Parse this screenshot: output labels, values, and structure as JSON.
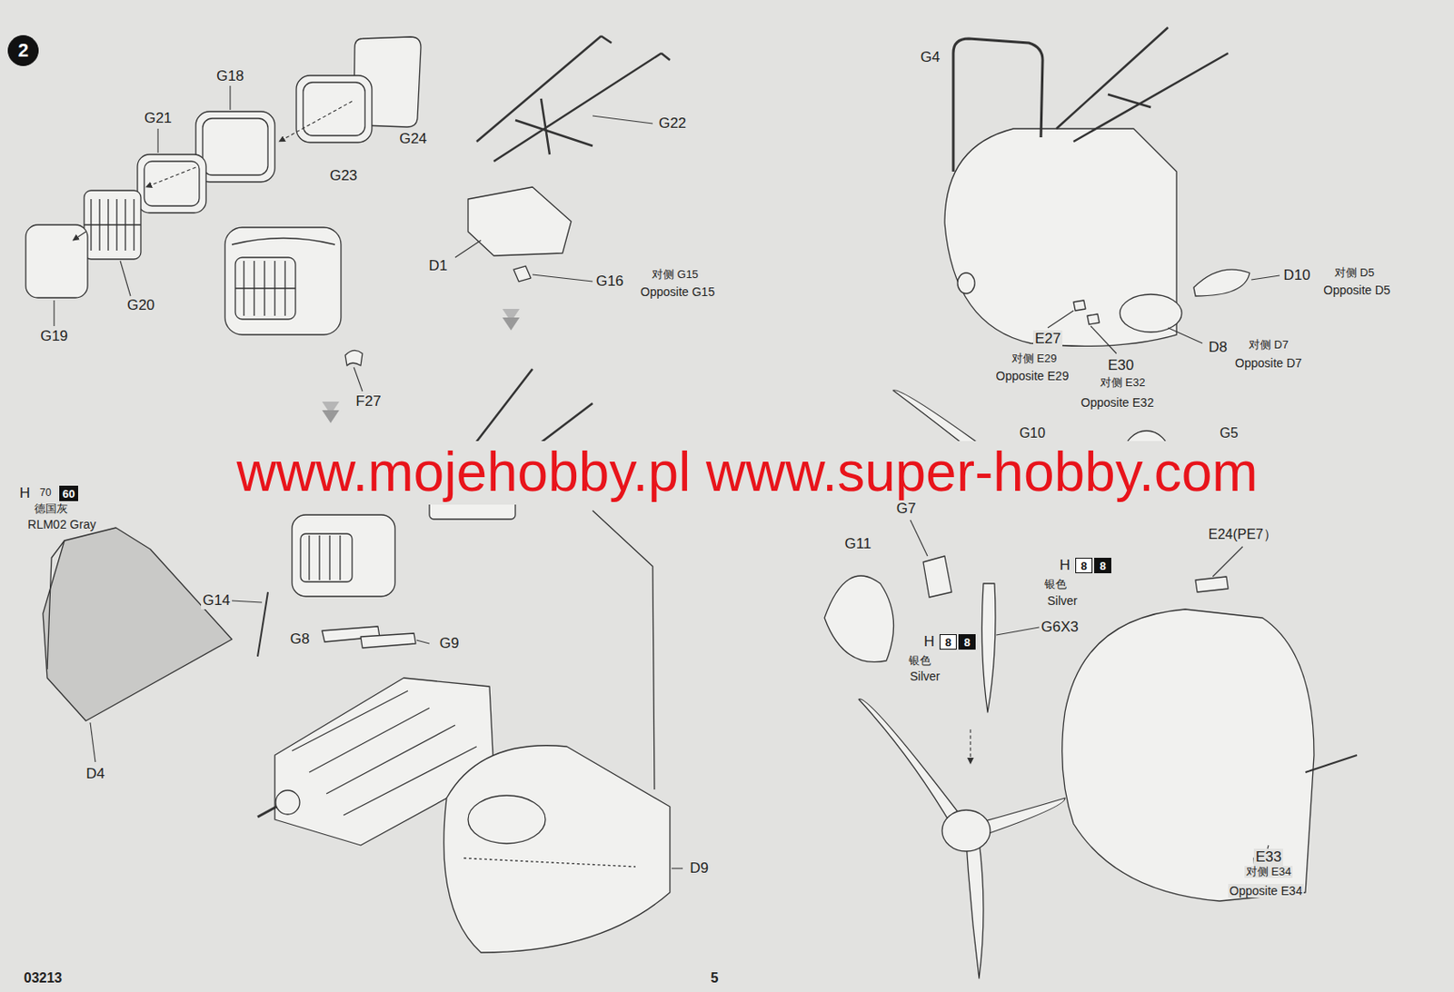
{
  "diagram": {
    "nodes": [
      {
        "text": [
          "2"
        ]
      },
      {
        "text": [
          "60"
        ]
      },
      {
        "text": [
          "8"
        ]
      },
      {
        "text": [
          "8"
        ]
      },
      {
        "text": [
          "8"
        ]
      },
      {
        "text": [
          "8"
        ]
      }
    ],
    "labels": [
      "G18",
      "G21",
      "G24",
      "G23",
      "G20",
      "G19",
      "D1",
      "G22",
      "G16",
      "对侧 G15",
      "Opposite G15",
      "F27",
      "G4",
      "D10",
      "对侧 D5",
      "Opposite D5",
      "E27",
      "对侧 E29",
      "Opposite E29",
      "E30",
      "对侧 E32",
      "Opposite E32",
      "D8",
      "对侧 D7",
      "Opposite D7",
      "www.mojehobby.pl www.super-hobby.com",
      "H",
      "70",
      "德国灰",
      "RLM02 Gray",
      "G10",
      "G5",
      "G14",
      "G7",
      "G11",
      "H",
      "银色",
      "Silver",
      "E24(PE7）",
      "G8",
      "G9",
      "G6X3",
      "H",
      "银色",
      "Silver",
      "D4",
      "D9",
      "E33",
      "对侧 E34",
      "Opposite E34",
      "03213",
      "5"
    ]
  }
}
